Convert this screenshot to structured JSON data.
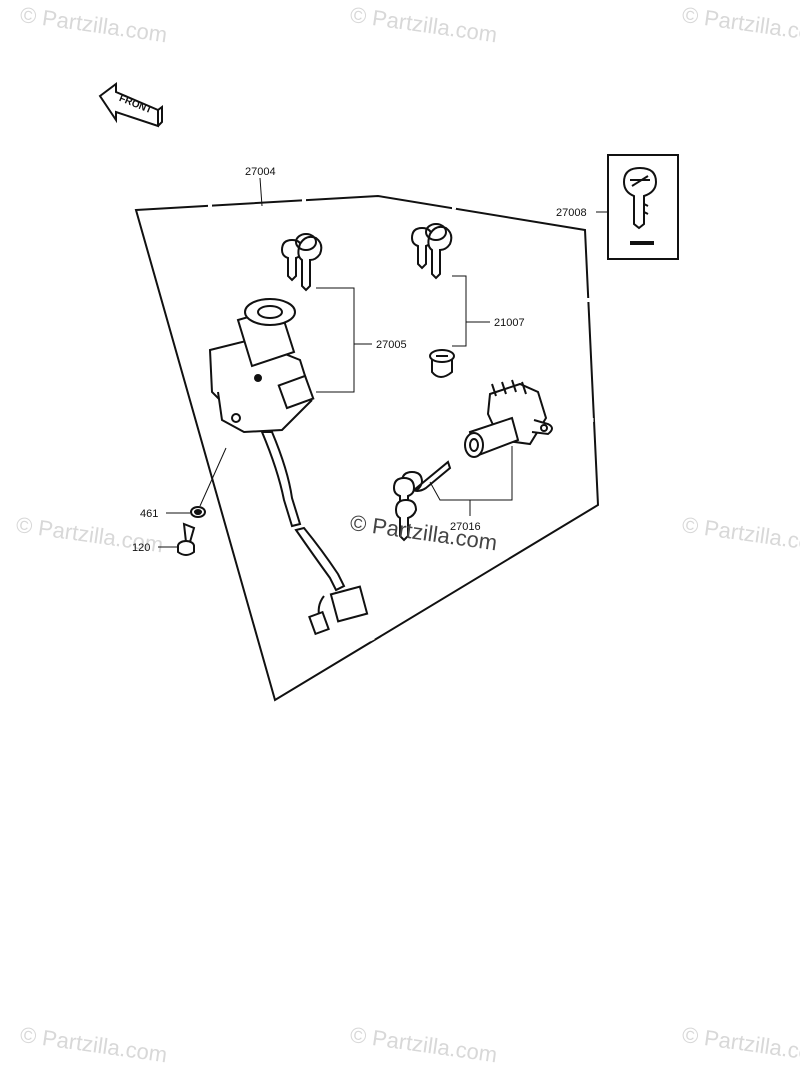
{
  "watermark": {
    "text": "© Partzilla.com",
    "center_text": "© Partzilla.com"
  },
  "front_arrow": {
    "label": "FRONT"
  },
  "callouts": {
    "p27004": "27004",
    "p27008": "27008",
    "p27005": "27005",
    "p21007": "21007",
    "p461": "461",
    "p120": "120",
    "p27016": "27016"
  }
}
